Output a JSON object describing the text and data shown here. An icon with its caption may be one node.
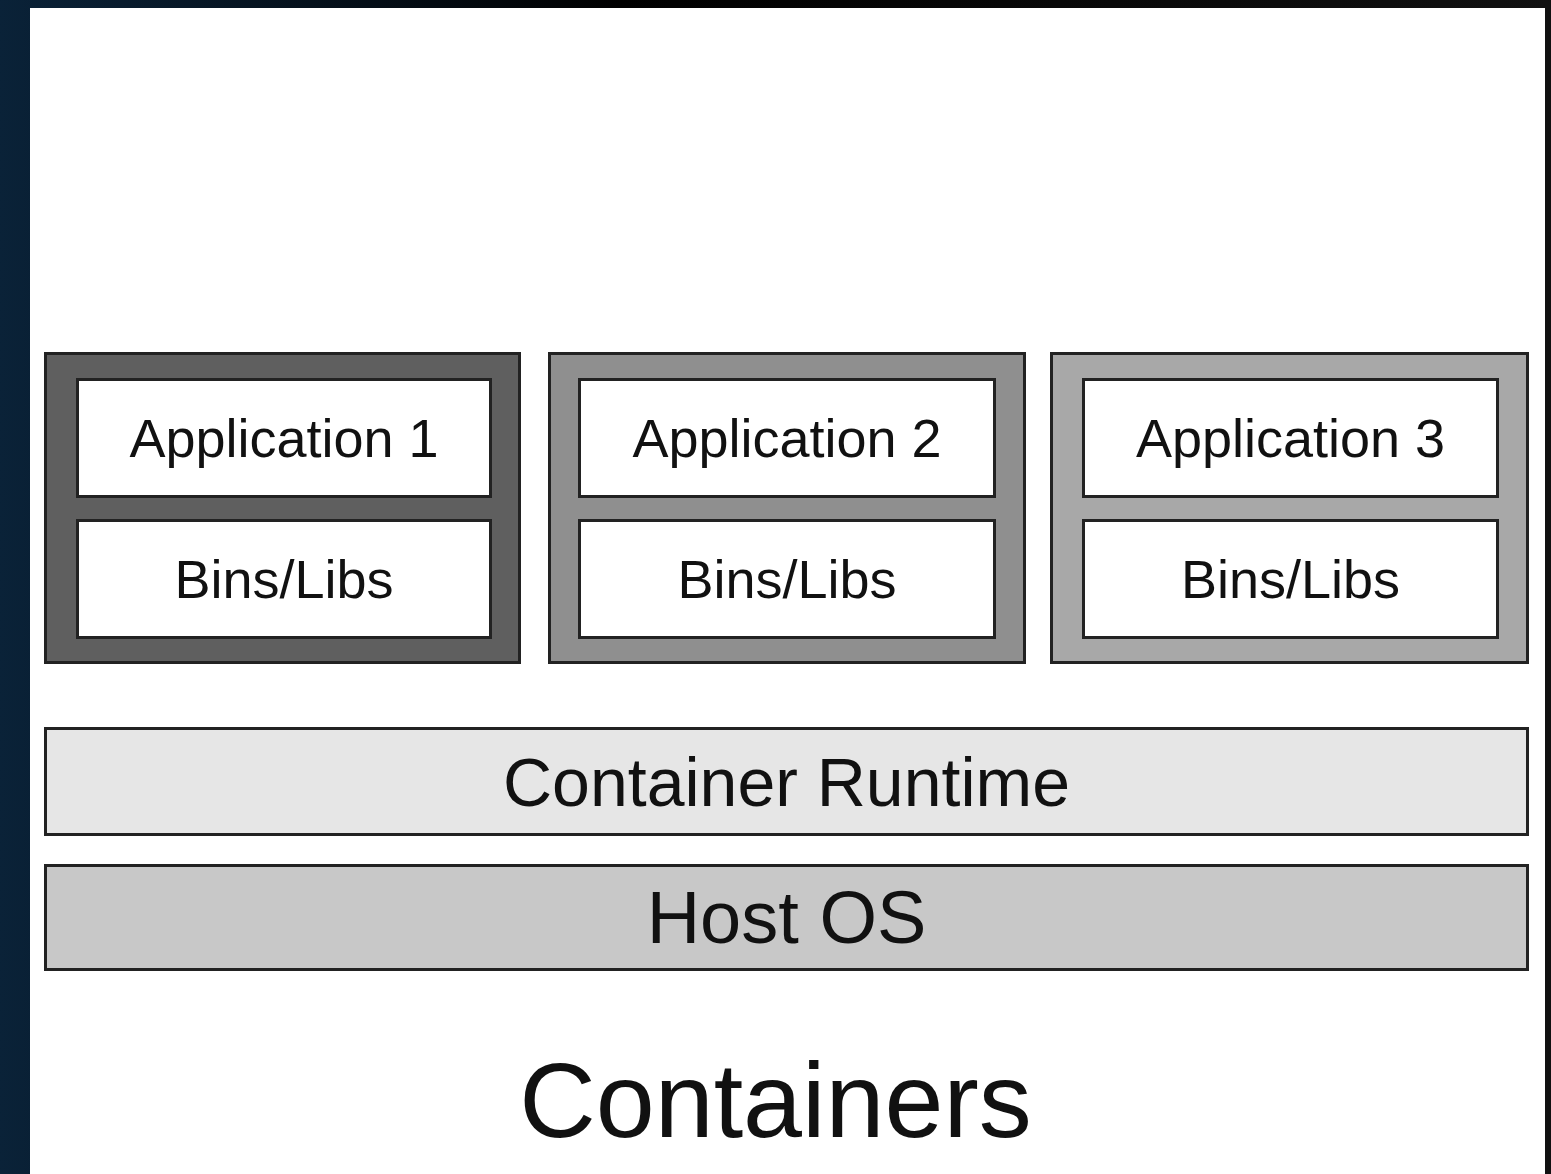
{
  "diagram": {
    "title": "Containers",
    "nodes": [
      {
        "text": [],
        "shape": "box"
      },
      {
        "text": [
          "Application 1"
        ],
        "in": 0
      },
      {
        "text": [
          "Bins/Libs"
        ],
        "in": 0
      },
      {
        "text": [],
        "shape": "box"
      },
      {
        "text": [
          "Application 2"
        ],
        "in": 3
      },
      {
        "text": [
          "Bins/Libs"
        ],
        "in": 3
      },
      {
        "text": [],
        "shape": "box"
      },
      {
        "text": [
          "Application 3"
        ],
        "in": 6
      },
      {
        "text": [
          "Bins/Libs"
        ],
        "in": 6
      },
      {
        "text": [
          "Container Runtime"
        ]
      },
      {
        "text": [
          "Host OS"
        ]
      }
    ]
  }
}
